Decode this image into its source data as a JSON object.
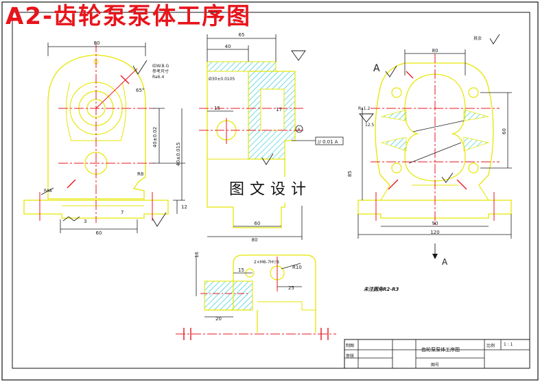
{
  "heading": "A2-齿轮泵泵体工序图",
  "watermark": "图文设计",
  "colors": {
    "part": "#e6e600",
    "dim": "#1a1a1a",
    "center": "#e8141b",
    "hatch": "#19c4d8",
    "frame": "#111111",
    "heading": "#e8141b"
  },
  "front_view": {
    "dims": {
      "width_top": "80",
      "width_bottom": "60",
      "height_a": "40±0.02",
      "height_b": "40±0.015",
      "base_h": "12",
      "base_d": "7",
      "depth": "3",
      "angle": "65°",
      "radius": "R8"
    },
    "notes": [
      "IDW.B.G",
      "参考尺寸",
      "Ra6.4",
      "RA8"
    ]
  },
  "section_view": {
    "label": "A-A",
    "dims": {
      "total_w": "65",
      "upper_w": "40",
      "bore": "Ø30±0.0105",
      "bottom_w": "80",
      "mid_w": "60",
      "side": "15",
      "gap": "17"
    },
    "tolerance": "// 0.01 A",
    "datum": "A"
  },
  "side_view": {
    "label_top": "A",
    "label_bottom": "A",
    "roughness": "Ra1.2",
    "roughness2": "12.5",
    "dims": {
      "bottom_w": "120",
      "mid_w": "90",
      "top_w": "80",
      "height": "85",
      "right_h": "60"
    },
    "misc_note": "其余"
  },
  "detail_view": {
    "dims": {
      "d1": "16",
      "d2": "15",
      "d3": "25",
      "d4": "20",
      "radius": "R10"
    },
    "thread": "2×M6-7H▽8"
  },
  "tech_req": "未注圆角R2-R3",
  "title_block": {
    "cells": [
      "制图",
      "审核"
    ],
    "drawing_name": "齿轮泵泵体工序图",
    "scale_label": "比例",
    "scale_value": "1 : 1",
    "sheet": "图号"
  }
}
